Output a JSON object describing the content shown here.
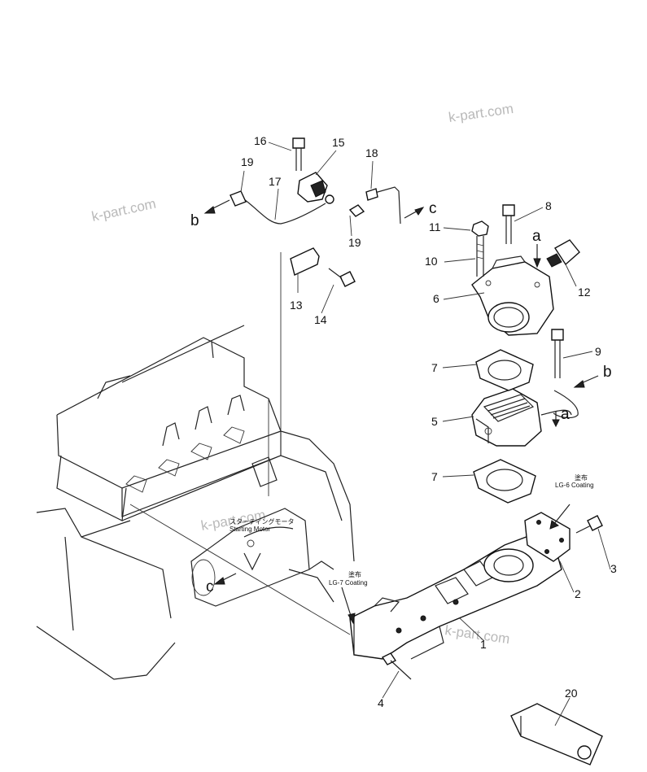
{
  "labels": {
    "p1": "1",
    "p2": "2",
    "p3": "3",
    "p4": "4",
    "p5": "5",
    "p6": "6",
    "p7a": "7",
    "p7b": "7",
    "p8": "8",
    "p9": "9",
    "p10": "10",
    "p11": "11",
    "p12": "12",
    "p13": "13",
    "p14": "14",
    "p15": "15",
    "p16": "16",
    "p17": "17",
    "p18": "18",
    "p19a": "19",
    "p19b": "19",
    "p20": "20"
  },
  "connectors": {
    "a1": "a",
    "a2": "a",
    "b1": "b",
    "b2": "b",
    "c1": "c",
    "c2": "c"
  },
  "notes": {
    "starting_motor_jp": "スターティングモータ",
    "starting_motor": "Starting  Motor",
    "lg6_jp": "塗布",
    "lg6": "LG-6  Coating",
    "lg7_jp": "塗布",
    "lg7": "LG-7  Coating"
  },
  "watermarks": [
    "k-part.com",
    "k-part.com",
    "k-part.com",
    "k-part.com"
  ]
}
